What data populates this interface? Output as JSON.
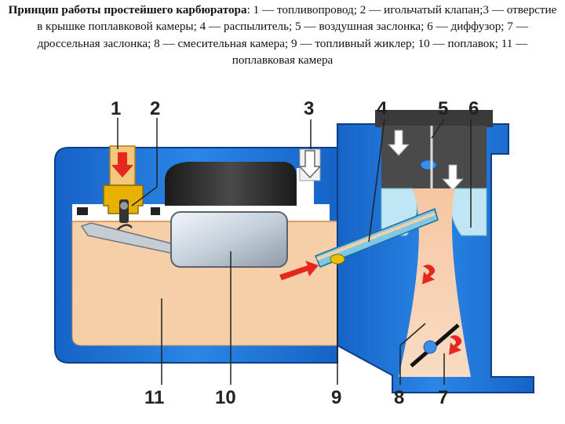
{
  "caption": {
    "title": "Принцип работы простейшего карбюратора",
    "text": ": 1 — топливопровод; 2 — игольчатый клапан;3 — отверстие в крышке поплавковой камеры; 4 — распылитель; 5 — воздушная заслонка; 6 — диффузор; 7 — дроссельная заслонка; 8 — смесительная камера; 9 — топливный жиклер; 10 — поплавок; 11 — поплавковая камера"
  },
  "labels": {
    "l1": "1",
    "l2": "2",
    "l3": "3",
    "l4": "4",
    "l5": "5",
    "l6": "6",
    "l7": "7",
    "l8": "8",
    "l9": "9",
    "l10": "10",
    "l11": "11"
  },
  "colors": {
    "housing": "#1e6fd0",
    "housing_dark": "#0f4fa6",
    "fuel": "#f5cfa8",
    "fuel_line": "#c98b5a",
    "cover_black": "#2a2a2a",
    "air_light": "#bfe6f2",
    "arrow_red": "#e5281e",
    "fitting_gold": "#e8b000"
  }
}
